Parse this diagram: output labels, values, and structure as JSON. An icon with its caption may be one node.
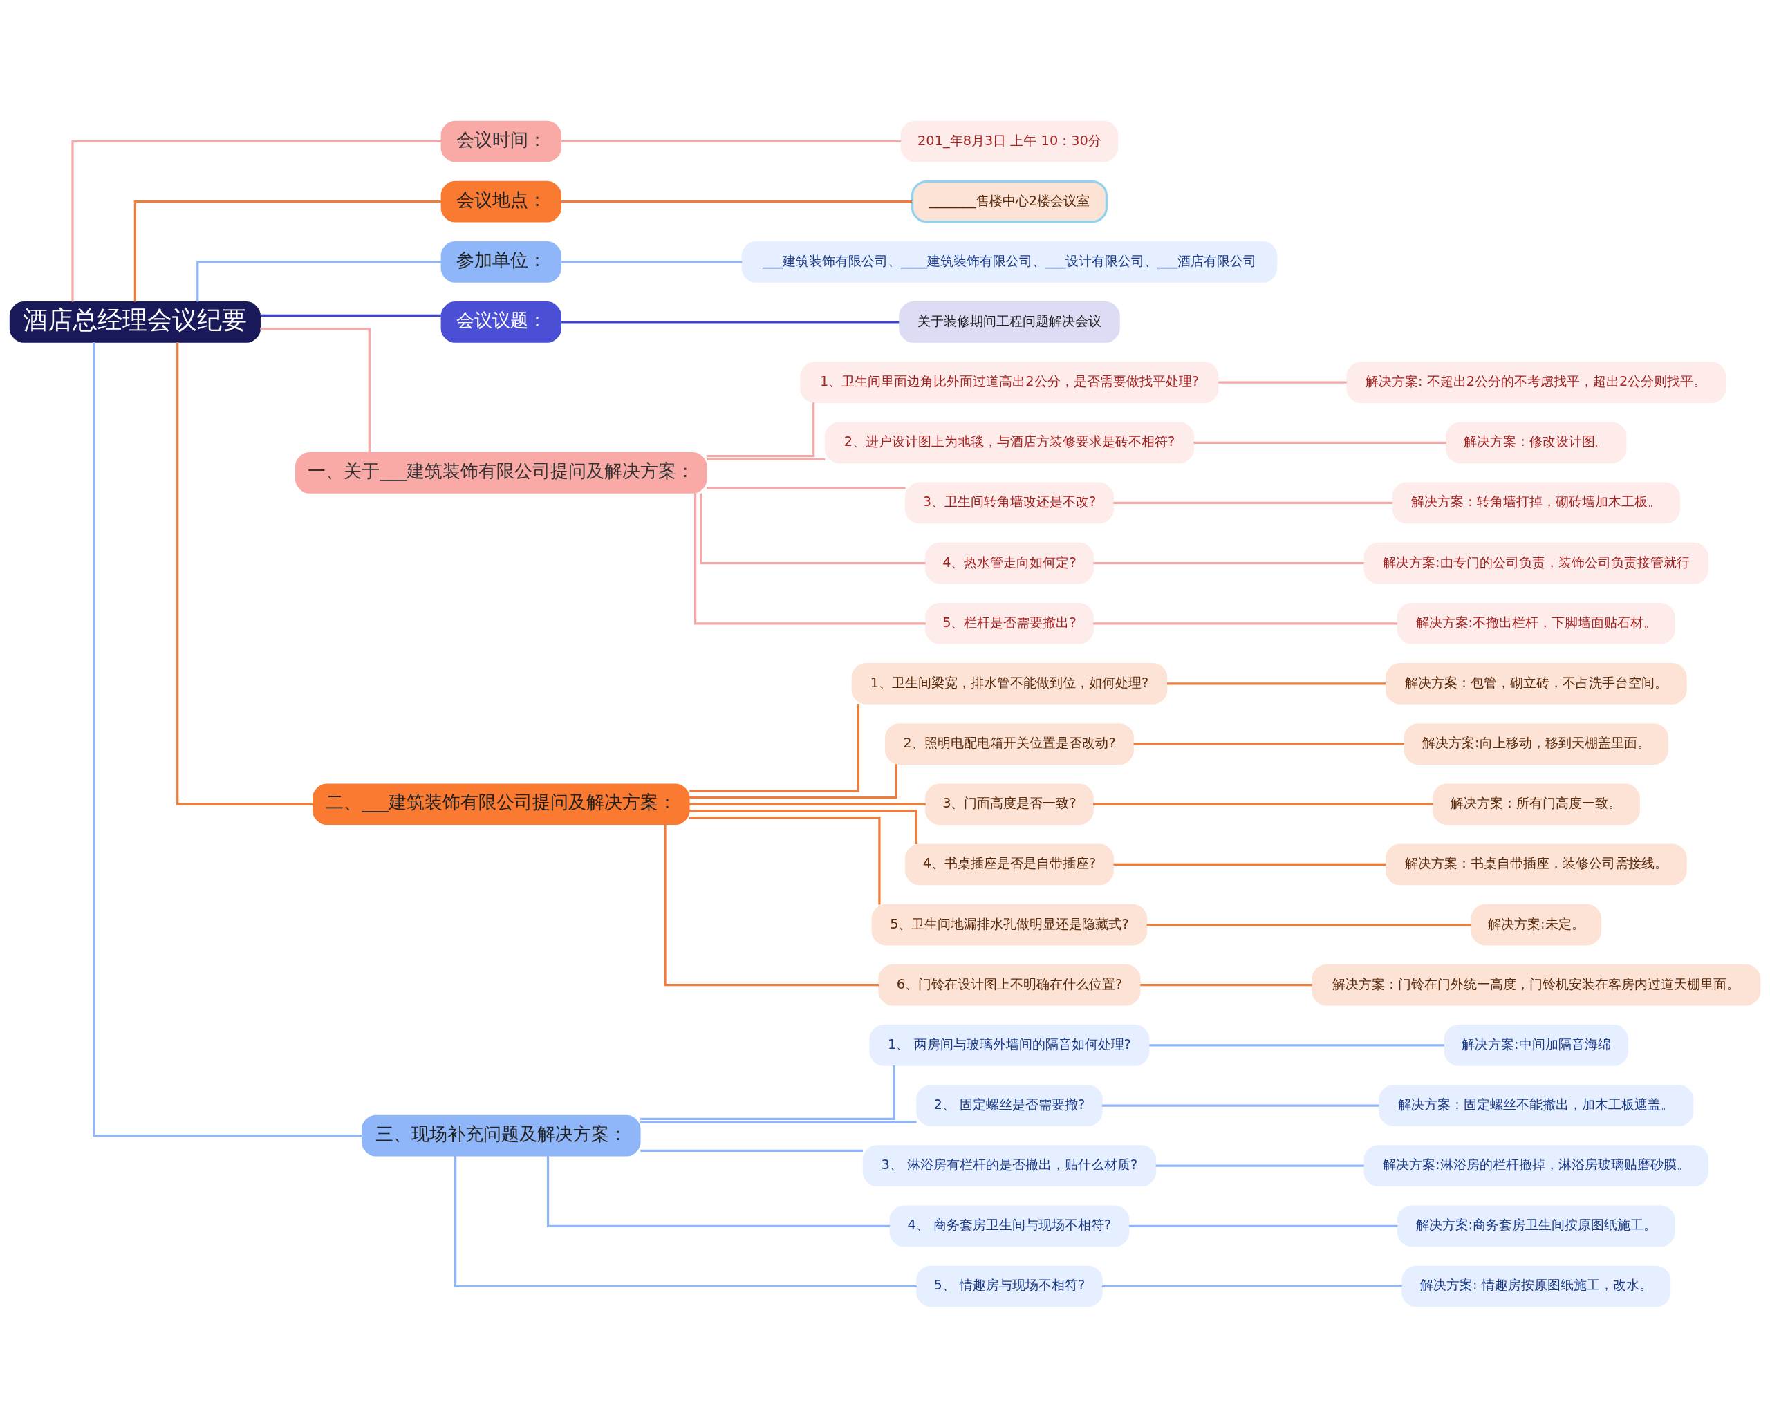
{
  "diagram": {
    "nodes": [
      {
        "text": [
          "酒店总经理会议纪要"
        ]
      },
      {
        "text": [
          "会议时间："
        ]
      },
      {
        "text": [
          "201_年8月3日 上午 10：30分"
        ]
      },
      {
        "text": [
          "会议地点："
        ]
      },
      {
        "text": [
          "_______售楼中心2楼会议室"
        ]
      },
      {
        "text": [
          "参加单位："
        ]
      },
      {
        "text": [
          "___建筑装饰有限公司、____建筑装饰有限公司、___设计有限公司、___酒店有限公司"
        ]
      },
      {
        "text": [
          "会议议题："
        ]
      },
      {
        "text": [
          "关于装修期间工程问题解决会议"
        ]
      },
      {
        "text": [
          "一、关于___建筑装饰有限公司提问及解决方案："
        ]
      },
      {
        "text": [
          "1、卫生间里面边角比外面过道高出2公分，是否需要做找平处理?"
        ]
      },
      {
        "text": [
          "解决方案: 不超出2公分的不考虑找平，超出2公分则找平。"
        ]
      },
      {
        "text": [
          "2、进户设计图上为地毯，与酒店方装修要求是砖不相符?"
        ]
      },
      {
        "text": [
          "解决方案：修改设计图。"
        ]
      },
      {
        "text": [
          "3、卫生间转角墙改还是不改?"
        ]
      },
      {
        "text": [
          "解决方案：转角墙打掉，砌砖墙加木工板。"
        ]
      },
      {
        "text": [
          "4、热水管走向如何定?"
        ]
      },
      {
        "text": [
          "解决方案:由专门的公司负责，装饰公司负责接管就行"
        ]
      },
      {
        "text": [
          "5、栏杆是否需要撤出?"
        ]
      },
      {
        "text": [
          "解决方案:不撤出栏杆，下脚墙面贴石材。"
        ]
      },
      {
        "text": [
          "二、___建筑装饰有限公司提问及解决方案："
        ]
      },
      {
        "text": [
          "1、卫生间梁宽，排水管不能做到位，如何处理?"
        ]
      },
      {
        "text": [
          "解决方案：包管，砌立砖，不占洗手台空间。"
        ]
      },
      {
        "text": [
          "2、照明电配电箱开关位置是否改动?"
        ]
      },
      {
        "text": [
          "解决方案:向上移动，移到天棚盖里面。"
        ]
      },
      {
        "text": [
          "3、门面高度是否一致?"
        ]
      },
      {
        "text": [
          "解决方案：所有门高度一致。"
        ]
      },
      {
        "text": [
          "4、书桌插座是否是自带插座?"
        ]
      },
      {
        "text": [
          "解决方案：书桌自带插座，装修公司需接线。"
        ]
      },
      {
        "text": [
          "5、卫生间地漏排水孔做明显还是隐藏式?"
        ]
      },
      {
        "text": [
          "解决方案:未定。"
        ]
      },
      {
        "text": [
          "6、门铃在设计图上不明确在什么位置?"
        ]
      },
      {
        "text": [
          "解决方案：门铃在门外统一高度，门铃机安装在客房内过道天棚里面。"
        ]
      },
      {
        "text": [
          "三、现场补充问题及解决方案："
        ]
      },
      {
        "text": [
          "1、 两房间与玻璃外墙间的隔音如何处理?"
        ]
      },
      {
        "text": [
          "解决方案:中间加隔音海绵"
        ]
      },
      {
        "text": [
          "2、 固定螺丝是否需要撤?"
        ]
      },
      {
        "text": [
          "解决方案：固定螺丝不能撤出，加木工板遮盖。"
        ]
      },
      {
        "text": [
          "3、 淋浴房有栏杆的是否撤出，贴什么材质?"
        ]
      },
      {
        "text": [
          "解决方案:淋浴房的栏杆撤掉，淋浴房玻璃贴磨砂膜。"
        ]
      },
      {
        "text": [
          "4、 商务套房卫生间与现场不相符?"
        ]
      },
      {
        "text": [
          "解决方案:商务套房卫生间按原图纸施工。"
        ]
      },
      {
        "text": [
          "5、 情趣房与现场不相符?"
        ]
      },
      {
        "text": [
          "解决方案: 情趣房按原图纸施工，改水。"
        ]
      }
    ],
    "edges": [
      {
        "from": 0,
        "to": 1,
        "arrow": "none",
        "color": "#f4a9a8"
      },
      {
        "from": 1,
        "to": 2,
        "arrow": "none",
        "color": "#f4a9a8"
      },
      {
        "from": 0,
        "to": 3,
        "arrow": "none",
        "color": "#ee7d3b"
      },
      {
        "from": 3,
        "to": 4,
        "arrow": "none",
        "color": "#ee7d3b"
      },
      {
        "from": 0,
        "to": 5,
        "arrow": "none",
        "color": "#8fb6f8"
      },
      {
        "from": 5,
        "to": 6,
        "arrow": "none",
        "color": "#8fb6f8"
      },
      {
        "from": 0,
        "to": 7,
        "arrow": "none",
        "color": "#3f44c8"
      },
      {
        "from": 7,
        "to": 8,
        "arrow": "none",
        "color": "#3f44c8"
      },
      {
        "from": 0,
        "to": 9,
        "arrow": "none",
        "color": "#f4a9a8"
      },
      {
        "from": 9,
        "to": 10,
        "arrow": "none",
        "color": "#f4a9a8"
      },
      {
        "from": 10,
        "to": 11,
        "arrow": "none",
        "color": "#f4a9a8"
      },
      {
        "from": 9,
        "to": 12,
        "arrow": "none",
        "color": "#f4a9a8"
      },
      {
        "from": 12,
        "to": 13,
        "arrow": "none",
        "color": "#f4a9a8"
      },
      {
        "from": 9,
        "to": 14,
        "arrow": "none",
        "color": "#f4a9a8"
      },
      {
        "from": 14,
        "to": 15,
        "arrow": "none",
        "color": "#f4a9a8"
      },
      {
        "from": 9,
        "to": 16,
        "arrow": "none",
        "color": "#f4a9a8"
      },
      {
        "from": 16,
        "to": 17,
        "arrow": "none",
        "color": "#f4a9a8"
      },
      {
        "from": 9,
        "to": 18,
        "arrow": "none",
        "color": "#f4a9a8"
      },
      {
        "from": 18,
        "to": 19,
        "arrow": "none",
        "color": "#f4a9a8"
      },
      {
        "from": 0,
        "to": 20,
        "arrow": "none",
        "color": "#ee7d3b"
      },
      {
        "from": 20,
        "to": 21,
        "arrow": "none",
        "color": "#ee7d3b"
      },
      {
        "from": 21,
        "to": 22,
        "arrow": "none",
        "color": "#ee7d3b"
      },
      {
        "from": 20,
        "to": 23,
        "arrow": "none",
        "color": "#ee7d3b"
      },
      {
        "from": 23,
        "to": 24,
        "arrow": "none",
        "color": "#ee7d3b"
      },
      {
        "from": 20,
        "to": 25,
        "arrow": "none",
        "color": "#ee7d3b"
      },
      {
        "from": 25,
        "to": 26,
        "arrow": "none",
        "color": "#ee7d3b"
      },
      {
        "from": 20,
        "to": 27,
        "arrow": "none",
        "color": "#ee7d3b"
      },
      {
        "from": 27,
        "to": 28,
        "arrow": "none",
        "color": "#ee7d3b"
      },
      {
        "from": 20,
        "to": 29,
        "arrow": "none",
        "color": "#ee7d3b"
      },
      {
        "from": 29,
        "to": 30,
        "arrow": "none",
        "color": "#ee7d3b"
      },
      {
        "from": 20,
        "to": 31,
        "arrow": "none",
        "color": "#ee7d3b"
      },
      {
        "from": 31,
        "to": 32,
        "arrow": "none",
        "color": "#ee7d3b"
      },
      {
        "from": 0,
        "to": 33,
        "arrow": "none",
        "color": "#8fb6f8"
      },
      {
        "from": 33,
        "to": 34,
        "arrow": "none",
        "color": "#8fb6f8"
      },
      {
        "from": 34,
        "to": 35,
        "arrow": "none",
        "color": "#8fb6f8"
      },
      {
        "from": 33,
        "to": 36,
        "arrow": "none",
        "color": "#8fb6f8"
      },
      {
        "from": 36,
        "to": 37,
        "arrow": "none",
        "color": "#8fb6f8"
      },
      {
        "from": 33,
        "to": 38,
        "arrow": "none",
        "color": "#8fb6f8"
      },
      {
        "from": 38,
        "to": 39,
        "arrow": "none",
        "color": "#8fb6f8"
      },
      {
        "from": 33,
        "to": 40,
        "arrow": "none",
        "color": "#8fb6f8"
      },
      {
        "from": 40,
        "to": 41,
        "arrow": "none",
        "color": "#8fb6f8"
      },
      {
        "from": 33,
        "to": 42,
        "arrow": "none",
        "color": "#8fb6f8"
      },
      {
        "from": 42,
        "to": 43,
        "arrow": "none",
        "color": "#8fb6f8"
      }
    ]
  }
}
